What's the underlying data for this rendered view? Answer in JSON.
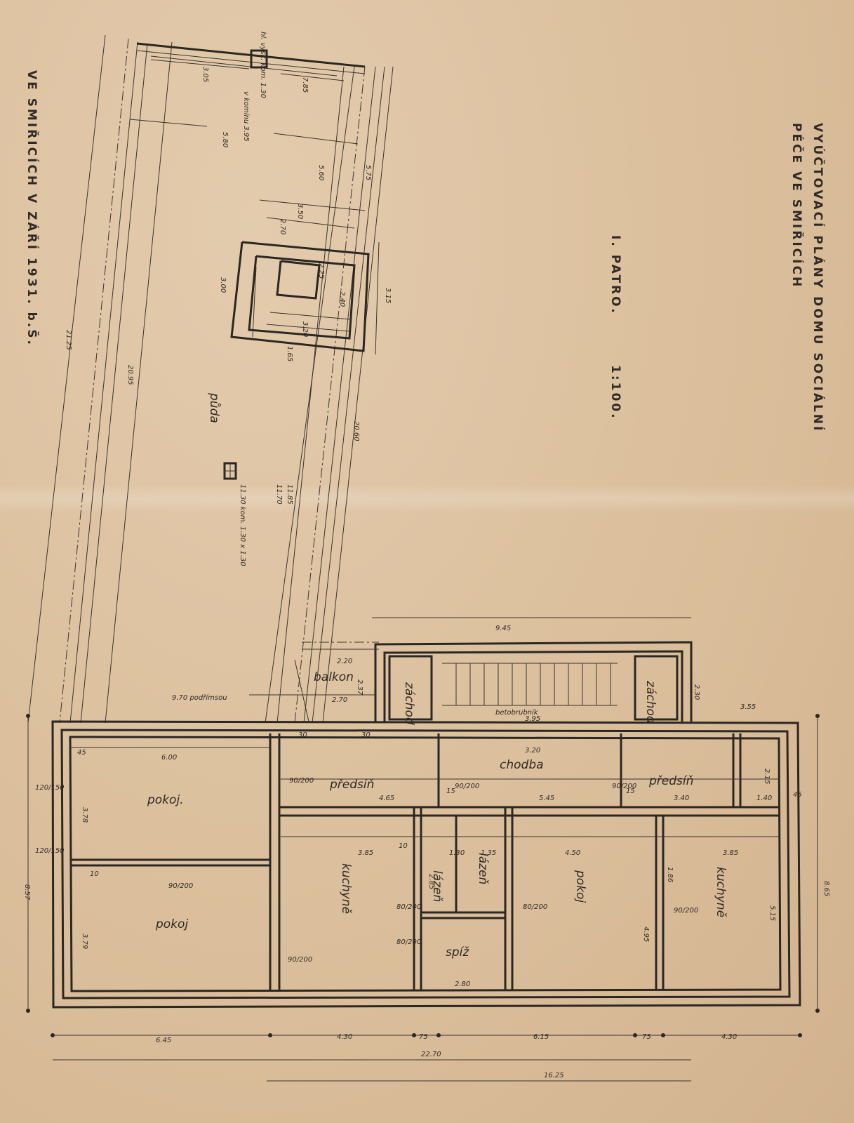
{
  "title": {
    "line1": "VYÚČTOVACÍ PLÁNY DOMU SOCIÁLNÍ",
    "line2": "PÉČE VE SMIŘICÍCH",
    "floor": "I. PATRO.",
    "scale": "1:100."
  },
  "place_date": "VE SMIŘICÍCH V ZÁŘÍ 1931. b.Š.",
  "attic_label": "půda",
  "rooms": {
    "pokoj_1": "pokoj.",
    "pokoj_2": "pokoj",
    "pokoj_3": "pokoj",
    "kuchyne_1": "kuchyně",
    "kuchyne_2": "kuchyně",
    "lazen_1": "lázeň",
    "lazen_2": "lázeň",
    "spiz": "spíž",
    "predsin_1": "předsíň",
    "predsin_2": "předsíň",
    "chodba": "chodba",
    "balkon": "balkon",
    "zachod_1": "záchod",
    "zachod_2": "záchod",
    "betonobrubnik": "betobrubník"
  },
  "notes": {
    "podrimsou": "9.70 podřímsou",
    "komin_1": "v komínu 3.95",
    "komin_2": "11.30 kom. 1.30 x 1.30",
    "komin_3": "hl. vysk. kom. 1.30"
  },
  "dimensions": {
    "total_bottom": "22.70",
    "total_bottom_2": "16.25",
    "bottom_1": "6.45",
    "bottom_2": "4.30",
    "bottom_3": "75",
    "bottom_4": "6.15",
    "bottom_5": "75",
    "bottom_6": "4.30",
    "left_total": "8.57",
    "right_total": "8.65",
    "top_width": "9.45",
    "attic_length_1": "21.25",
    "attic_length_2": "20.95",
    "attic_length_3": "20.60",
    "attic_length_4": "11.85",
    "attic_length_5": "11.70",
    "d_580": "5.80",
    "d_560": "5.60",
    "d_575": "5.75",
    "d_350": "3.50",
    "d_270": "2.70",
    "d_315": "3.15",
    "d_225": "2.25",
    "d_240": "2.40",
    "d_300": "3.00",
    "d_320": "3.20",
    "d_165": "1.65",
    "d_785": "7.85",
    "d_305": "3.05",
    "d_600": "6.00",
    "d_465": "4.65",
    "d_545": "5.45",
    "d_340": "3.40",
    "d_385a": "3.85",
    "d_385b": "3.85",
    "d_450": "4.50",
    "d_378": "3.78",
    "d_379": "3.79",
    "d_285": "2.85",
    "d_280": "2.80",
    "d_495": "4.95",
    "d_515": "5.15",
    "d_395": "3.95",
    "d_320b": "3.20",
    "d_230": "2.30",
    "d_355": "3.55",
    "d_220": "2.20",
    "d_237": "2.37",
    "d_130": "1.30",
    "d_135": "1.35",
    "d_186": "1.86",
    "d_215": "2.15",
    "d_140": "1.40",
    "d_90_200": "90/200",
    "d_80_200": "80/200",
    "d_120_150": "120/150",
    "d_45": "45",
    "d_15": "15",
    "d_10": "10",
    "d_30": "30"
  }
}
